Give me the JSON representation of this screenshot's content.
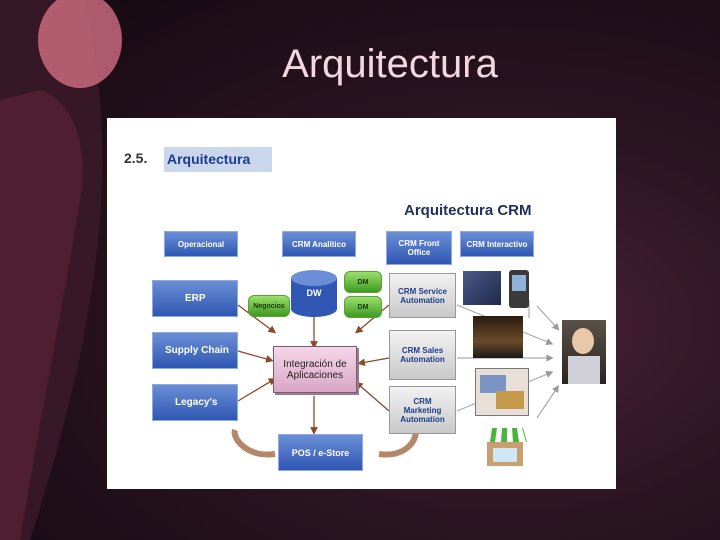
{
  "slide_title": "Arquitectura",
  "section_number": "2.5.",
  "section_title": "Arquitectura",
  "diagram_title": "Arquitectura CRM",
  "top_boxes": {
    "operacional": "Operacional",
    "crm_analitico": "CRM Analítico",
    "crm_front_office": "CRM Front Office",
    "crm_interactivo": "CRM Interactivo"
  },
  "left_boxes": {
    "erp": "ERP",
    "supply_chain": "Supply Chain",
    "legacys": "Legacy's"
  },
  "storage": {
    "dw_cylinder": "DW",
    "dm_top": "DM",
    "dm_bottom": "DM",
    "negocios": "Negocios"
  },
  "integration_box": "Integración de Aplicaciones",
  "crm_modules": {
    "service": "CRM Service Automation",
    "sales": "CRM Sales Automation",
    "marketing": "CRM Marketing Automation"
  },
  "pos_box": "POS / e-Store",
  "colors": {
    "box_blue": "#2f57b3",
    "box_gray": "#c9c9c9",
    "accent_green": "#3e9a22",
    "arrow_brown": "#8a4a2a"
  }
}
